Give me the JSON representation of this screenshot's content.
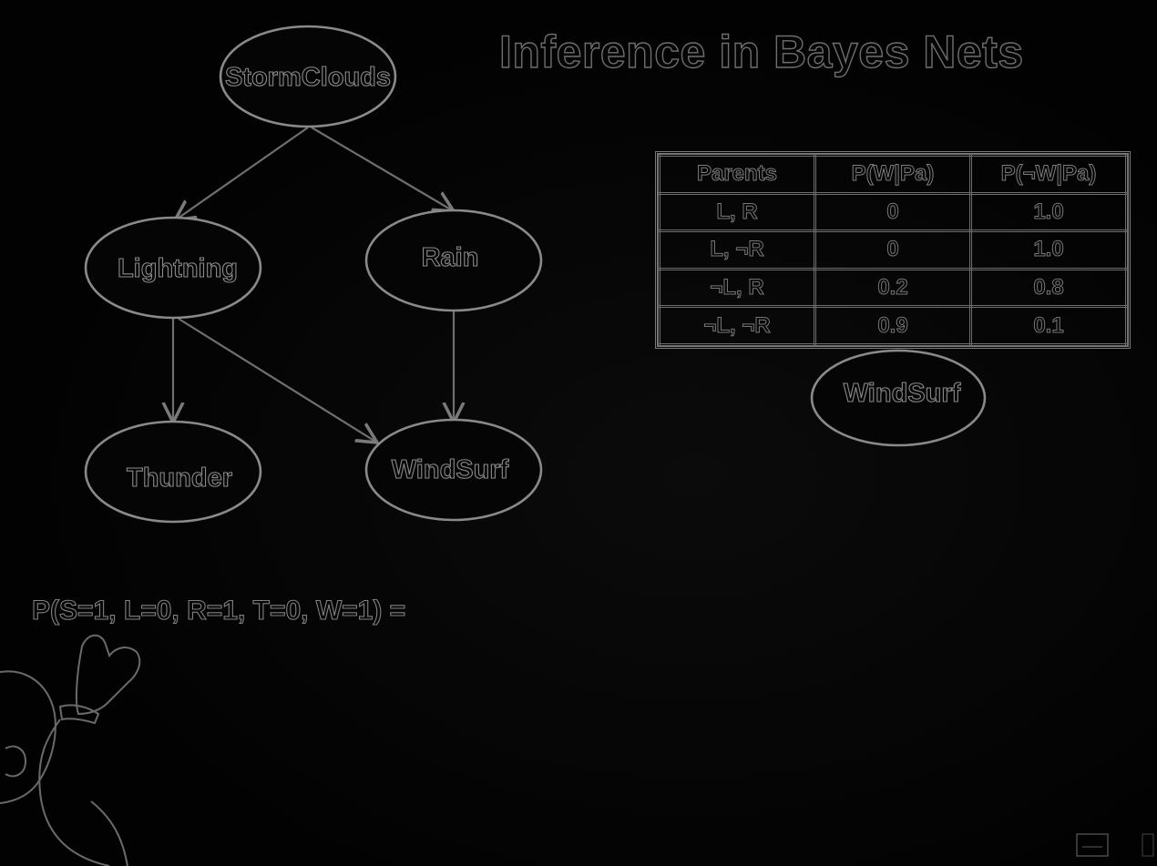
{
  "slide": {
    "title": "Inference in Bayes Nets",
    "equation": "P(S=1, L=0, R=1, T=0, W=1)  ="
  },
  "graph": {
    "nodes": {
      "stormclouds": "StormClouds",
      "lightning": "Lightning",
      "rain": "Rain",
      "thunder": "Thunder",
      "windsurf": "WindSurf"
    },
    "cpt_node": "WindSurf"
  },
  "cpt": {
    "headers": [
      "Parents",
      "P(W|Pa)",
      "P(¬W|Pa)"
    ],
    "rows": [
      [
        "L, R",
        "0",
        "1.0"
      ],
      [
        "L, ¬R",
        "0",
        "1.0"
      ],
      [
        "¬L, R",
        "0.2",
        "0.8"
      ],
      [
        "¬L, ¬R",
        "0.9",
        "0.1"
      ]
    ]
  },
  "colors": {
    "background": "#030303",
    "outline": "#8a8a8a"
  }
}
